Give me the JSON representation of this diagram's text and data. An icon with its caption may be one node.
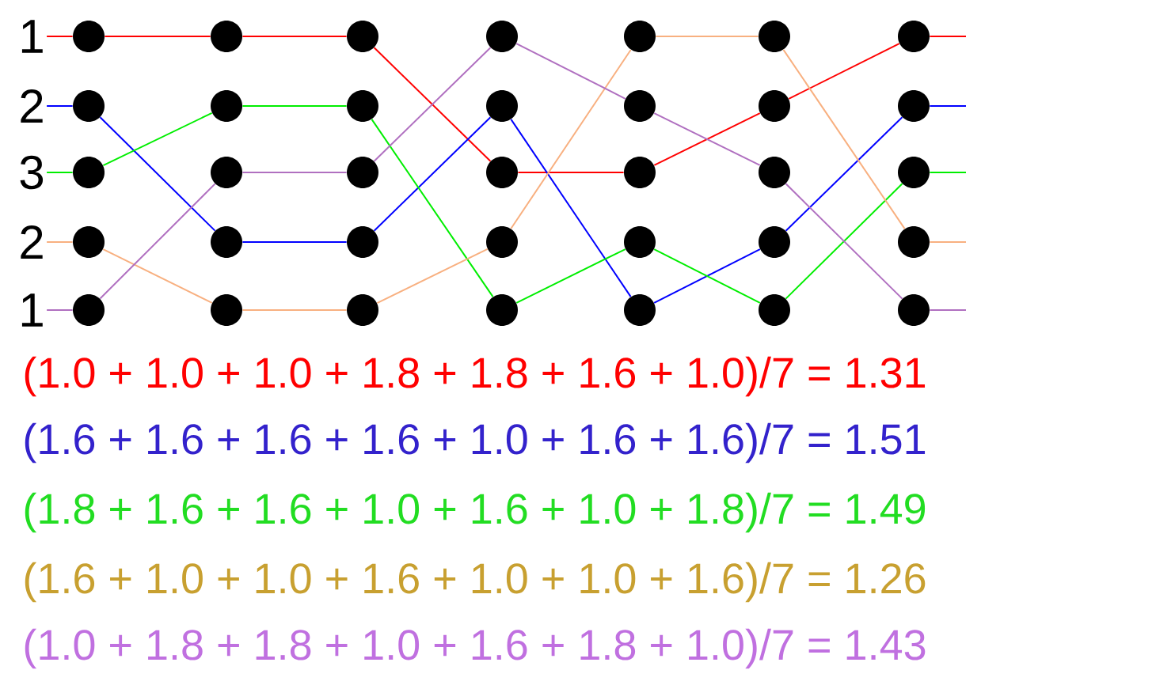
{
  "diagram": {
    "nodes": [
      {
        "text": [
          "1"
        ]
      },
      {
        "text": [],
        "shape": "circle"
      },
      {
        "text": [],
        "shape": "circle"
      },
      {
        "text": [],
        "shape": "circle"
      },
      {
        "text": [],
        "shape": "circle"
      },
      {
        "text": [],
        "shape": "circle"
      },
      {
        "text": [],
        "shape": "circle"
      },
      {
        "text": [],
        "shape": "circle"
      },
      {
        "text": [
          "2"
        ]
      },
      {
        "text": [],
        "shape": "circle"
      },
      {
        "text": [],
        "shape": "circle"
      },
      {
        "text": [],
        "shape": "circle"
      },
      {
        "text": [],
        "shape": "circle"
      },
      {
        "text": [],
        "shape": "circle"
      },
      {
        "text": [],
        "shape": "circle"
      },
      {
        "text": [],
        "shape": "circle"
      },
      {
        "text": [
          "3"
        ]
      },
      {
        "text": [],
        "shape": "circle"
      },
      {
        "text": [],
        "shape": "circle"
      },
      {
        "text": [],
        "shape": "circle"
      },
      {
        "text": [],
        "shape": "circle"
      },
      {
        "text": [],
        "shape": "circle"
      },
      {
        "text": [],
        "shape": "circle"
      },
      {
        "text": [],
        "shape": "circle"
      },
      {
        "text": [
          "2"
        ]
      },
      {
        "text": [],
        "shape": "circle"
      },
      {
        "text": [],
        "shape": "circle"
      },
      {
        "text": [],
        "shape": "circle"
      },
      {
        "text": [],
        "shape": "circle"
      },
      {
        "text": [],
        "shape": "circle"
      },
      {
        "text": [],
        "shape": "circle"
      },
      {
        "text": [],
        "shape": "circle"
      },
      {
        "text": [
          "1"
        ]
      },
      {
        "text": [],
        "shape": "circle"
      },
      {
        "text": [],
        "shape": "circle"
      },
      {
        "text": [],
        "shape": "circle"
      },
      {
        "text": [],
        "shape": "circle"
      },
      {
        "text": [],
        "shape": "circle"
      },
      {
        "text": [],
        "shape": "circle"
      },
      {
        "text": [],
        "shape": "circle"
      }
    ],
    "edges": [
      {
        "from": 0,
        "to": 1,
        "arrow": "none",
        "color": "#ff0000"
      },
      {
        "from": 1,
        "to": 2,
        "arrow": "none",
        "color": "#ff0000"
      },
      {
        "from": 2,
        "to": 3,
        "arrow": "none",
        "color": "#ff0000"
      },
      {
        "from": 3,
        "to": 20,
        "arrow": "none",
        "color": "#ff0000"
      },
      {
        "from": 20,
        "to": 21,
        "arrow": "none",
        "color": "#ff0000"
      },
      {
        "from": 21,
        "to": 14,
        "arrow": "none",
        "color": "#ff0000"
      },
      {
        "from": 14,
        "to": 7,
        "arrow": "none",
        "color": "#ff0000"
      },
      {
        "from": 7,
        "to": null,
        "arrow": "none",
        "color": "#ff0000"
      },
      {
        "from": 8,
        "to": 9,
        "arrow": "none",
        "color": "#0000ff"
      },
      {
        "from": 9,
        "to": 26,
        "arrow": "none",
        "color": "#0000ff"
      },
      {
        "from": 26,
        "to": 27,
        "arrow": "none",
        "color": "#0000ff"
      },
      {
        "from": 27,
        "to": 12,
        "arrow": "none",
        "color": "#0000ff"
      },
      {
        "from": 12,
        "to": 37,
        "arrow": "none",
        "color": "#0000ff"
      },
      {
        "from": 37,
        "to": 30,
        "arrow": "none",
        "color": "#0000ff"
      },
      {
        "from": 30,
        "to": 15,
        "arrow": "none",
        "color": "#0000ff"
      },
      {
        "from": 15,
        "to": null,
        "arrow": "none",
        "color": "#0000ff"
      },
      {
        "from": 16,
        "to": 17,
        "arrow": "none",
        "color": "#00ee00"
      },
      {
        "from": 17,
        "to": 10,
        "arrow": "none",
        "color": "#00ee00"
      },
      {
        "from": 10,
        "to": 11,
        "arrow": "none",
        "color": "#00ee00"
      },
      {
        "from": 11,
        "to": 36,
        "arrow": "none",
        "color": "#00ee00"
      },
      {
        "from": 36,
        "to": 29,
        "arrow": "none",
        "color": "#00ee00"
      },
      {
        "from": 29,
        "to": 38,
        "arrow": "none",
        "color": "#00ee00"
      },
      {
        "from": 38,
        "to": 23,
        "arrow": "none",
        "color": "#00ee00"
      },
      {
        "from": 23,
        "to": null,
        "arrow": "none",
        "color": "#00ee00"
      },
      {
        "from": 24,
        "to": 25,
        "arrow": "none",
        "color": "#f8b080"
      },
      {
        "from": 25,
        "to": 34,
        "arrow": "none",
        "color": "#f8b080"
      },
      {
        "from": 34,
        "to": 35,
        "arrow": "none",
        "color": "#f8b080"
      },
      {
        "from": 35,
        "to": 28,
        "arrow": "none",
        "color": "#f8b080"
      },
      {
        "from": 28,
        "to": 5,
        "arrow": "none",
        "color": "#f8b080"
      },
      {
        "from": 5,
        "to": 6,
        "arrow": "none",
        "color": "#f8b080"
      },
      {
        "from": 6,
        "to": 31,
        "arrow": "none",
        "color": "#f8b080"
      },
      {
        "from": 31,
        "to": null,
        "arrow": "none",
        "color": "#f8b080"
      },
      {
        "from": 32,
        "to": 33,
        "arrow": "none",
        "color": "#b070c0"
      },
      {
        "from": 33,
        "to": 18,
        "arrow": "none",
        "color": "#b070c0"
      },
      {
        "from": 18,
        "to": 19,
        "arrow": "none",
        "color": "#b070c0"
      },
      {
        "from": 19,
        "to": 4,
        "arrow": "none",
        "color": "#b070c0"
      },
      {
        "from": 4,
        "to": 13,
        "arrow": "none",
        "color": "#b070c0"
      },
      {
        "from": 13,
        "to": 22,
        "arrow": "none",
        "color": "#b070c0"
      },
      {
        "from": 22,
        "to": 39,
        "arrow": "none",
        "color": "#b070c0"
      },
      {
        "from": 39,
        "to": null,
        "arrow": "none",
        "color": "#b070c0"
      }
    ],
    "labels": [
      "(1.0 + 1.0 + 1.0 + 1.8 + 1.8 + 1.6 + 1.0)/7 = 1.31",
      "(1.6 + 1.6 + 1.6 + 1.6 + 1.0 + 1.6 + 1.6)/7 = 1.51",
      "(1.8 + 1.6 + 1.6 + 1.0 + 1.6 + 1.0 + 1.8)/7 = 1.49",
      "(1.6 + 1.0 + 1.0 + 1.6 + 1.0 + 1.0 + 1.6)/7 = 1.26",
      "(1.0 + 1.8 + 1.8 + 1.0 + 1.6 + 1.8 + 1.0)/7 = 1.43"
    ]
  }
}
